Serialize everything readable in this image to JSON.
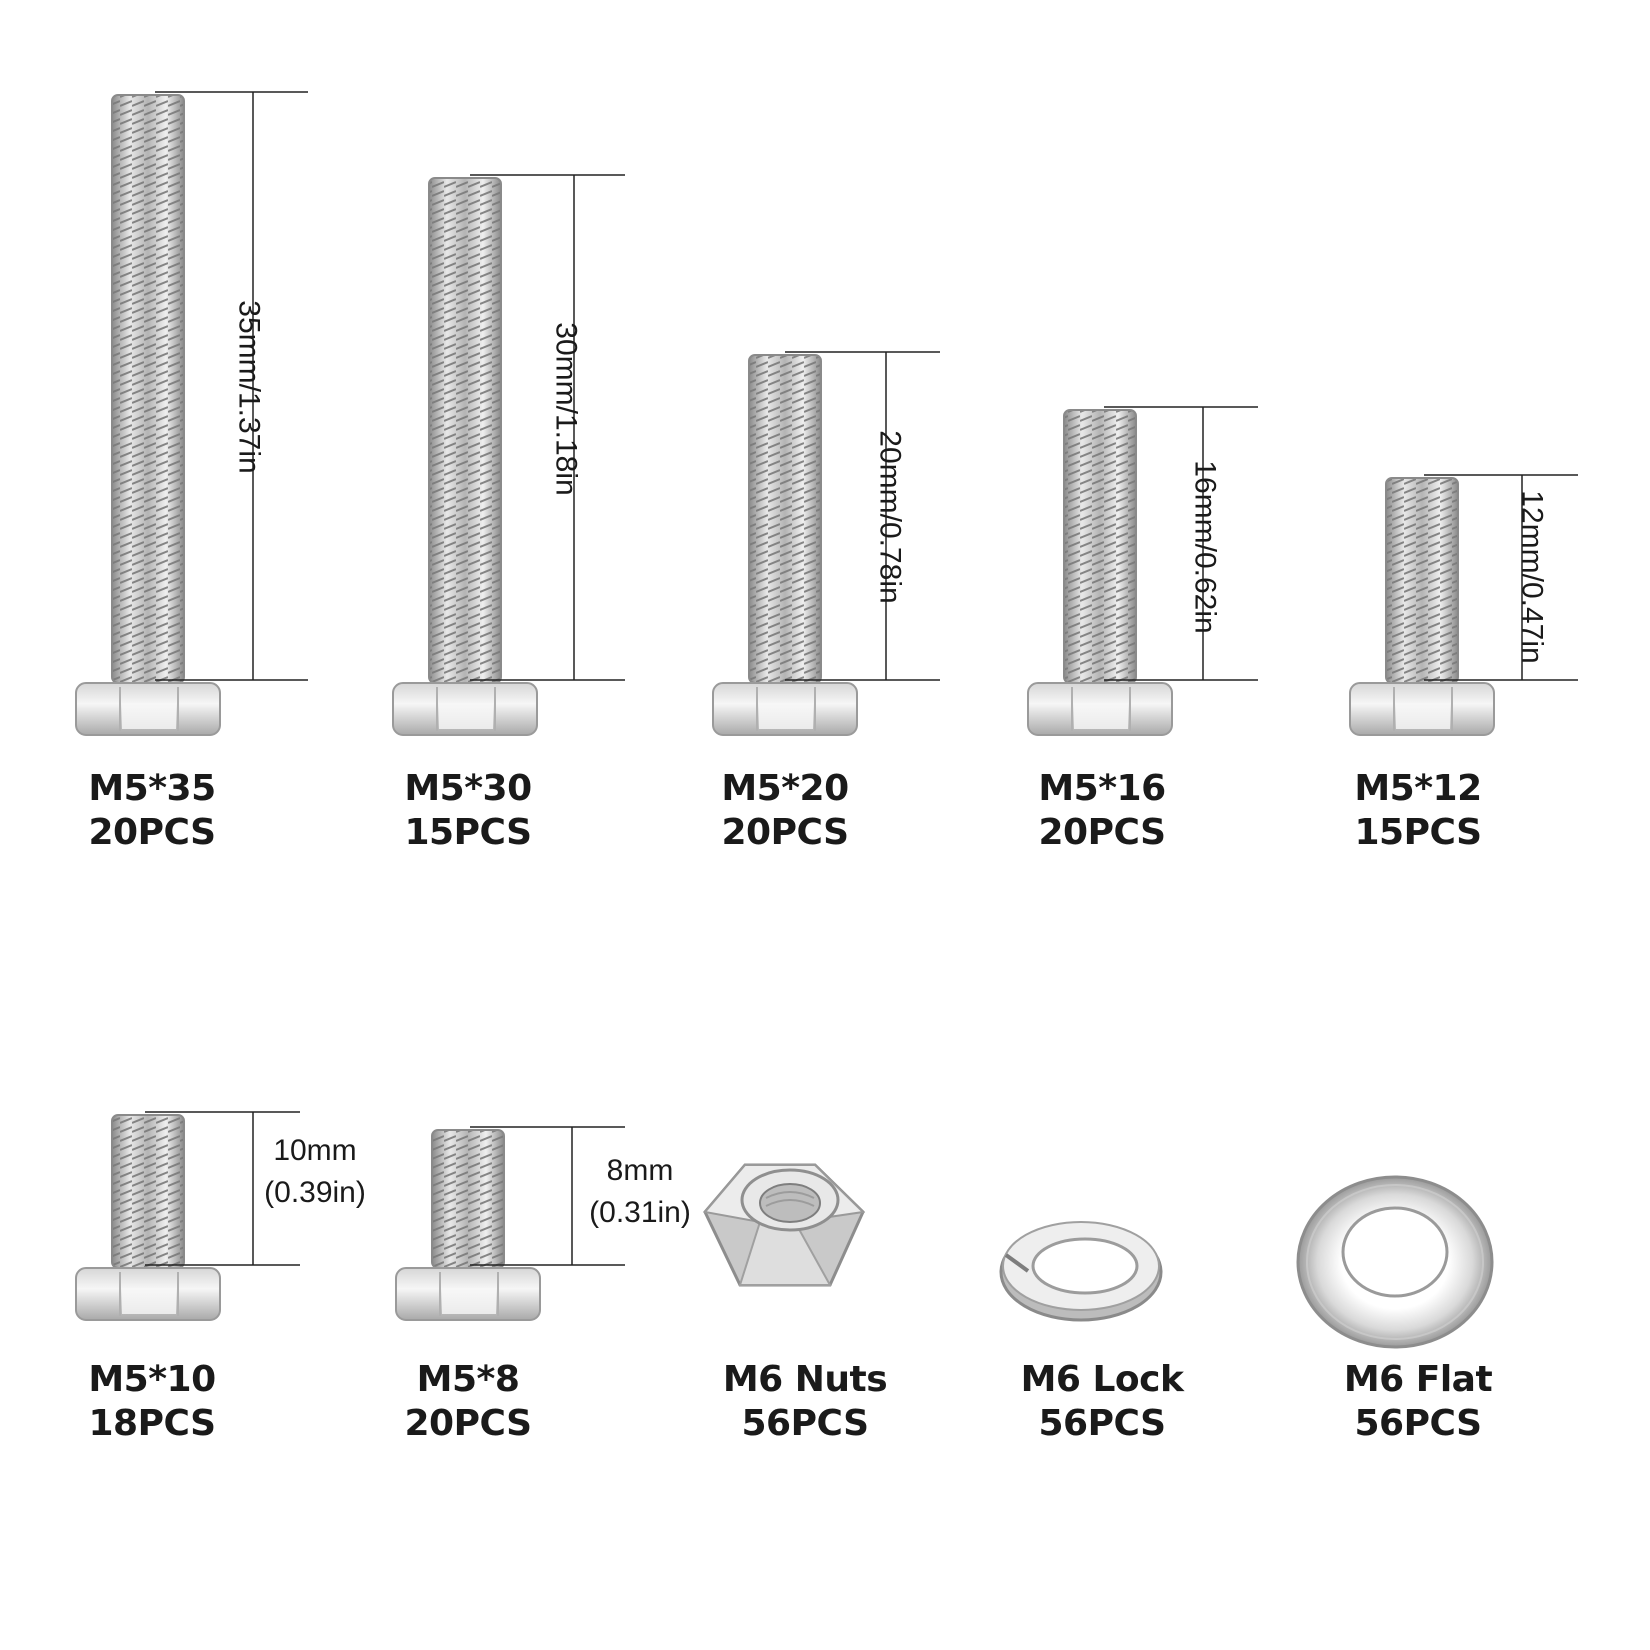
{
  "bolts_top": [
    {
      "name": "M5*35",
      "qty": "20PCS",
      "dimension": "35mm/1.37in"
    },
    {
      "name": "M5*30",
      "qty": "15PCS",
      "dimension": "30mm/1.18in"
    },
    {
      "name": "M5*20",
      "qty": "20PCS",
      "dimension": "20mm/0.78in"
    },
    {
      "name": "M5*16",
      "qty": "20PCS",
      "dimension": "16mm/0.62in"
    },
    {
      "name": "M5*12",
      "qty": "15PCS",
      "dimension": "12mm/0.47in"
    }
  ],
  "bolts_bottom": [
    {
      "name": "M5*10",
      "qty": "18PCS",
      "dimension_mm": "10mm",
      "dimension_in": "(0.39in)"
    },
    {
      "name": "M5*8",
      "qty": "20PCS",
      "dimension_mm": "8mm",
      "dimension_in": "(0.31in)"
    }
  ],
  "hardware": [
    {
      "name": "M6 Nuts",
      "qty": "56PCS",
      "icon": "hex-nut-icon"
    },
    {
      "name": "M6 Lock",
      "qty": "56PCS",
      "icon": "lock-washer-icon"
    },
    {
      "name": "M6 Flat",
      "qty": "56PCS",
      "icon": "flat-washer-icon"
    }
  ],
  "colors": {
    "metal_light": "#f4f4f4",
    "metal_mid": "#c8c8c8",
    "metal_dark": "#8a8a8a",
    "text": "#1a1a1a"
  }
}
